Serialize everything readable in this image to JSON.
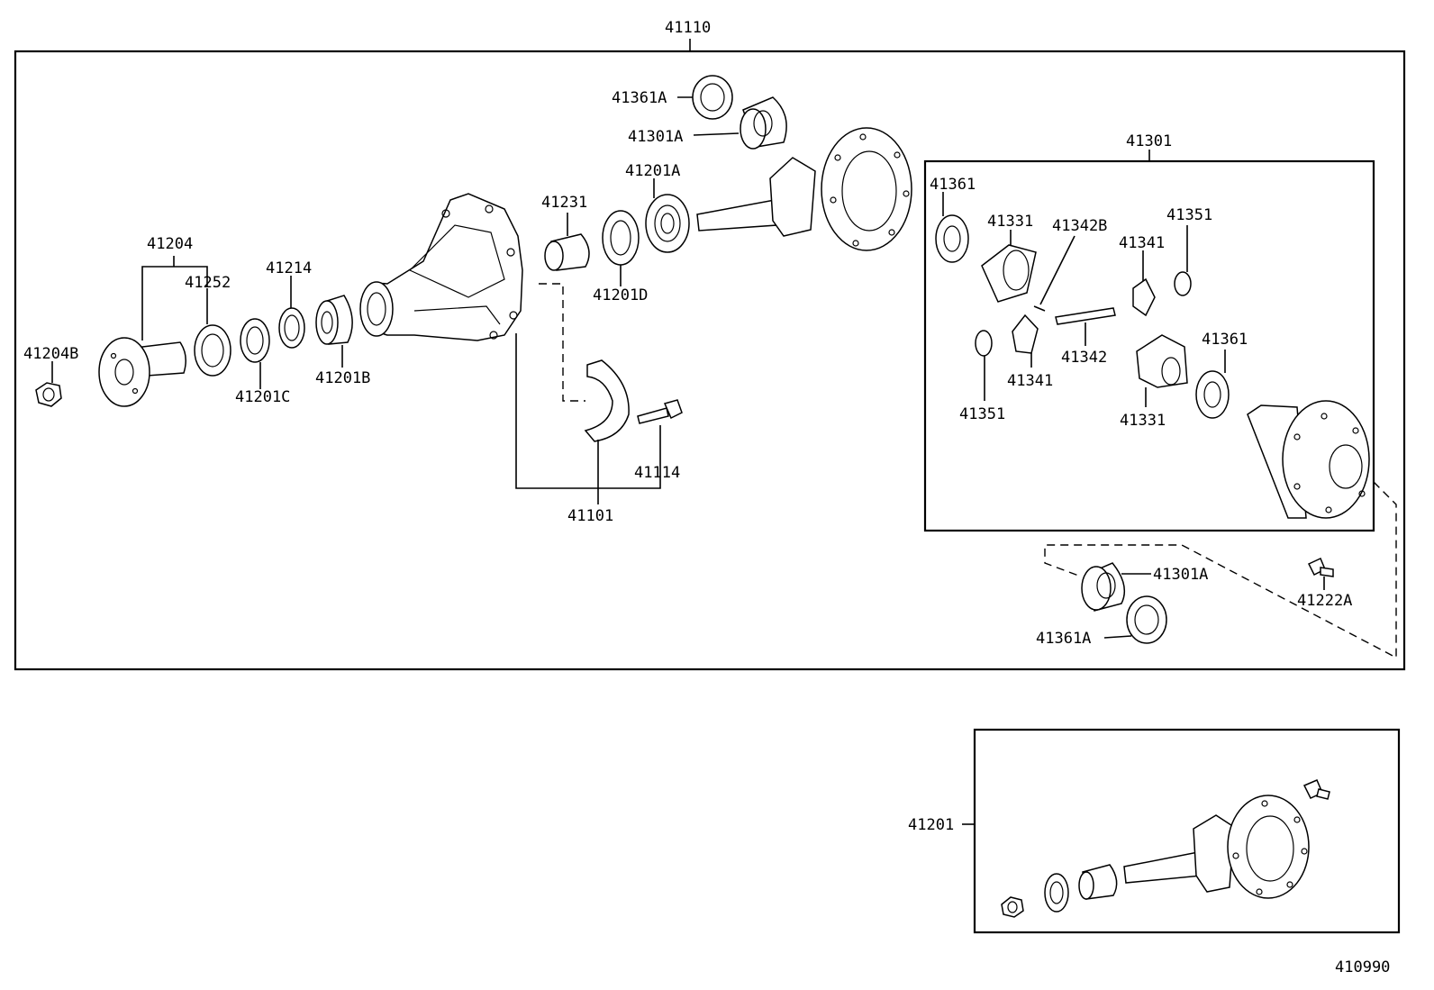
{
  "labels": {
    "l41110": "41110",
    "l41361A_top": "41361A",
    "l41301A_top": "41301A",
    "l41201A": "41201A",
    "l41231": "41231",
    "l41201D": "41201D",
    "l41204": "41204",
    "l41252": "41252",
    "l41214": "41214",
    "l41204B": "41204B",
    "l41201C": "41201C",
    "l41201B": "41201B",
    "l41114": "41114",
    "l41101": "41101",
    "l41301": "41301",
    "l41361_a": "41361",
    "l41331_a": "41331",
    "l41342B": "41342B",
    "l41351_a": "41351",
    "l41341_a": "41341",
    "l41342": "41342",
    "l41341_b": "41341",
    "l41351_b": "41351",
    "l41361_b": "41361",
    "l41331_b": "41331",
    "l41301A_bot": "41301A",
    "l41222A": "41222A",
    "l41361A_bot": "41361A",
    "l41201": "41201",
    "l410990": "410990"
  }
}
